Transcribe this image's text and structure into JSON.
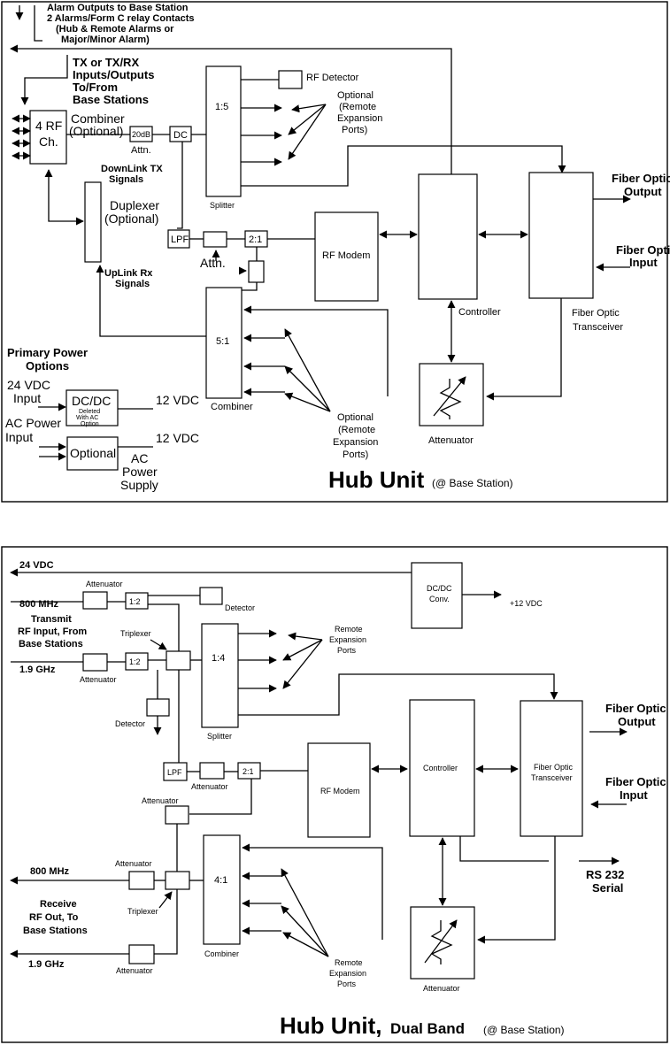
{
  "top": {
    "alarm": [
      "Alarm Outputs to Base Station",
      "2 Alarms/Form C relay Contacts",
      "(Hub & Remote Alarms or",
      "Major/Minor Alarm)"
    ],
    "txrx": [
      "TX  or TX/RX",
      "Inputs/Outputs",
      "To/From",
      "Base Stations"
    ],
    "four_rf": [
      "4 RF",
      "Ch."
    ],
    "combiner_opt": [
      "Combiner",
      "(Optional)"
    ],
    "pad_20db": "20dB",
    "attn": "Attn.",
    "dc": "DC",
    "split_ratio": "1:5",
    "rf_detector": "RF Detector",
    "optional_ports_1": [
      "Optional",
      "(Remote",
      "Expansion",
      "Ports)"
    ],
    "splitter": "Splitter",
    "downlink": [
      "DownLink TX",
      "Signals"
    ],
    "duplexer": [
      "Duplexer",
      "(Optional)"
    ],
    "lpf": "LPF",
    "two_one": "2:1",
    "attn_arrow": "Attn.",
    "uplink": [
      "UpLink Rx",
      "Signals"
    ],
    "rf_modem": "RF Modem",
    "controller": "Controller",
    "fiber_out": [
      "Fiber Optic",
      "Output"
    ],
    "fiber_in": [
      "Fiber Optic",
      "Input"
    ],
    "transceiver": [
      "Fiber Optic",
      "Transceiver"
    ],
    "comb_ratio": "5:1",
    "combiner": "Combiner",
    "optional_ports_2": [
      "Optional",
      "(Remote",
      "Expansion",
      "Ports)"
    ],
    "attenuator": "Attenuator",
    "power_title": [
      "Primary Power",
      "Options"
    ],
    "vdc24_input": [
      "24 VDC",
      "Input"
    ],
    "dcdc": "DC/DC",
    "dcdc_note": [
      "Deleted",
      "With AC",
      "Option"
    ],
    "vdc12_a": "12 VDC",
    "ac_input": [
      "AC Power",
      "Input"
    ],
    "optional": "Optional",
    "vdc12_b": "12 VDC",
    "ac_supply": [
      "AC",
      "Power",
      "Supply"
    ],
    "title": "Hub Unit",
    "subtitle": "(@ Base Station)"
  },
  "bottom": {
    "vdc24": "24 VDC",
    "attenuator": "Attenuator",
    "mhz800": "800 MHz",
    "one_two": "1:2",
    "detector": "Detector",
    "dcdc": [
      "DC/DC",
      "Conv."
    ],
    "vdc12": "+12 VDC",
    "transmit": [
      "Transmit",
      "RF Input, From",
      "Base Stations"
    ],
    "triplexer": "Triplexer",
    "split_ratio": "1:4",
    "remote_ports": [
      "Remote",
      "Expansion",
      "Ports"
    ],
    "ghz19": "1.9 GHz",
    "splitter": "Splitter",
    "fiber_out": [
      "Fiber Optic",
      "Output"
    ],
    "lpf": "LPF",
    "two_one": "2:1",
    "rf_modem": "RF Modem",
    "controller": "Controller",
    "transceiver": [
      "Fiber Optic",
      "Transceiver"
    ],
    "fiber_in": [
      "Fiber Optic",
      "Input"
    ],
    "comb_ratio": "4:1",
    "rs232": [
      "RS 232",
      "Serial"
    ],
    "receive": [
      "Receive",
      "RF Out, To",
      "Base Stations"
    ],
    "combiner": "Combiner",
    "title": "Hub Unit,",
    "title2": "Dual Band",
    "subtitle": "(@ Base Station)"
  }
}
